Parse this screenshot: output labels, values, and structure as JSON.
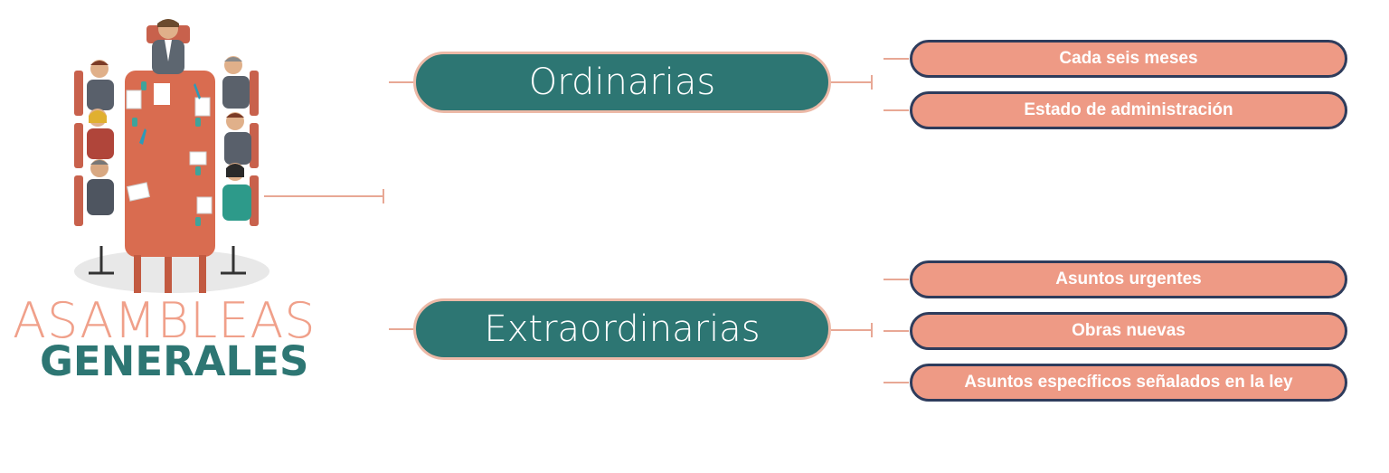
{
  "title": {
    "line1": "ASAMBLEAS",
    "line2": "GENERALES"
  },
  "categories": [
    {
      "label": "Ordinarias",
      "items": [
        "Cada seis meses",
        "Estado de administración"
      ]
    },
    {
      "label": "Extraordinarias",
      "items": [
        "Asuntos urgentes",
        "Obras nuevas",
        "Asuntos específicos señalados en la ley"
      ]
    }
  ],
  "colors": {
    "teal": "#2d7673",
    "salmon": "#ee9a85",
    "peach": "#f0a08a",
    "navy": "#2e3c5c",
    "line": "#e8a895"
  },
  "illustration": "meeting-table-illustration"
}
